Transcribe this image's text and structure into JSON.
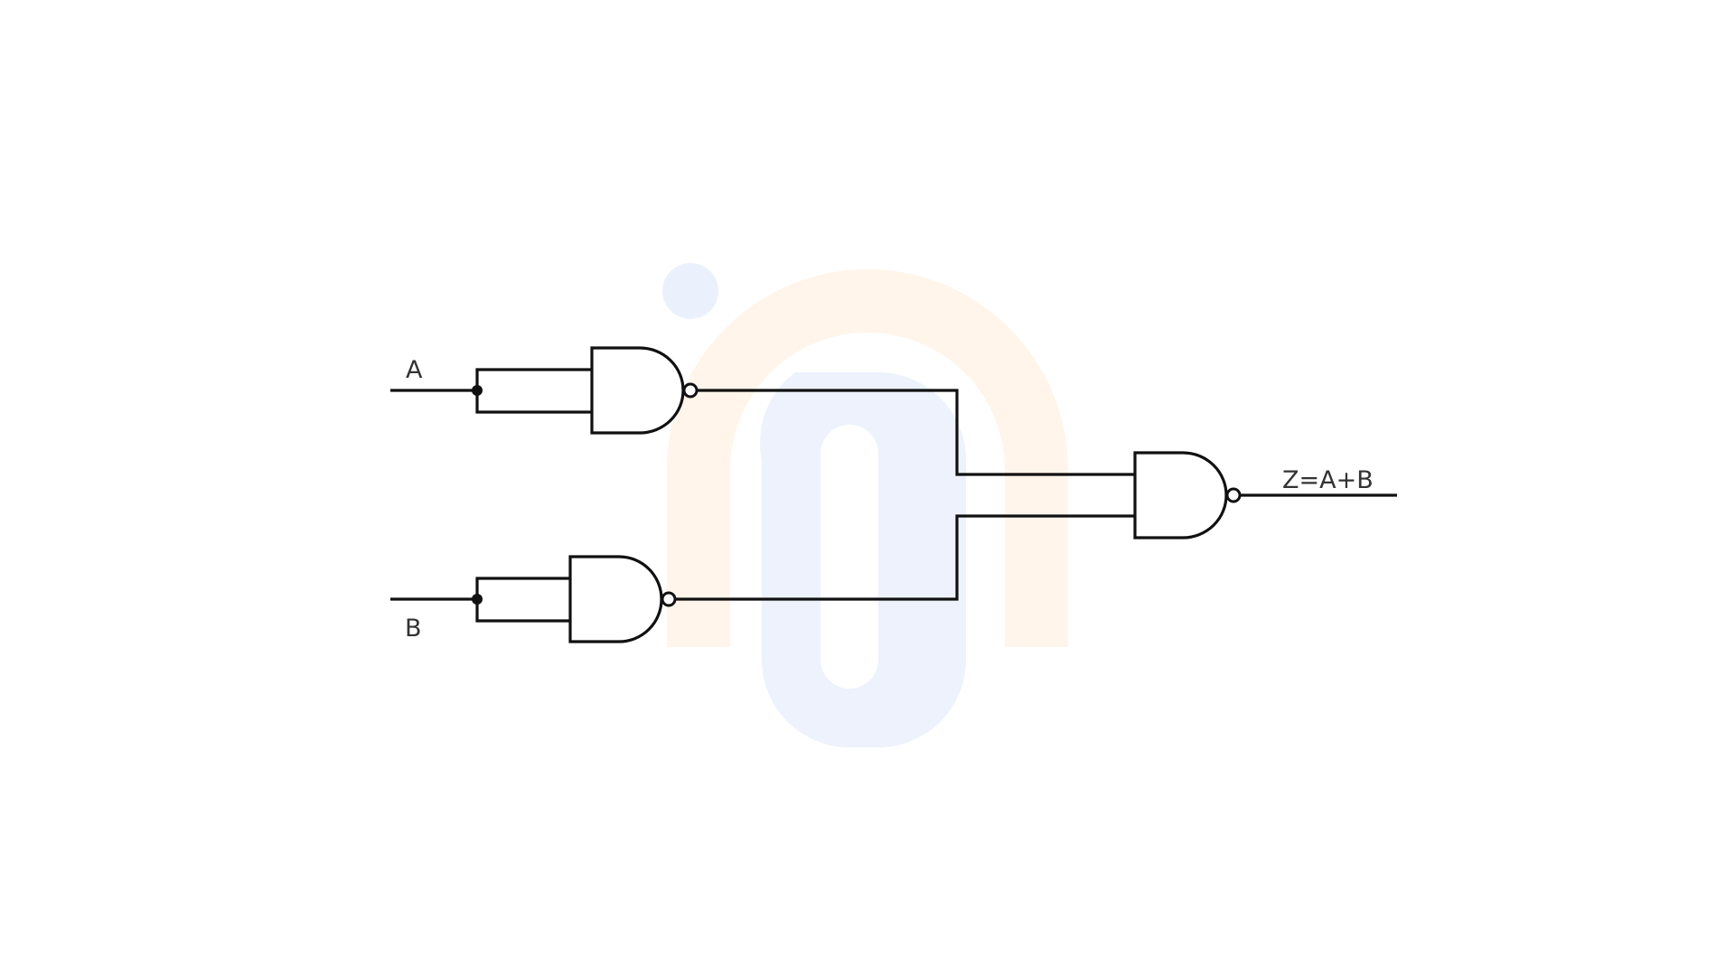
{
  "circuit": {
    "inputs": {
      "a": "A",
      "b": "B"
    },
    "output": "Z=A+B"
  },
  "watermark": {
    "colors": {
      "arch": "#fff5ea",
      "letter": "#edf2fd",
      "dot": "#eaf1fd"
    }
  },
  "colors": {
    "wire": "#111111",
    "label": "#333333",
    "background": "#ffffff"
  }
}
